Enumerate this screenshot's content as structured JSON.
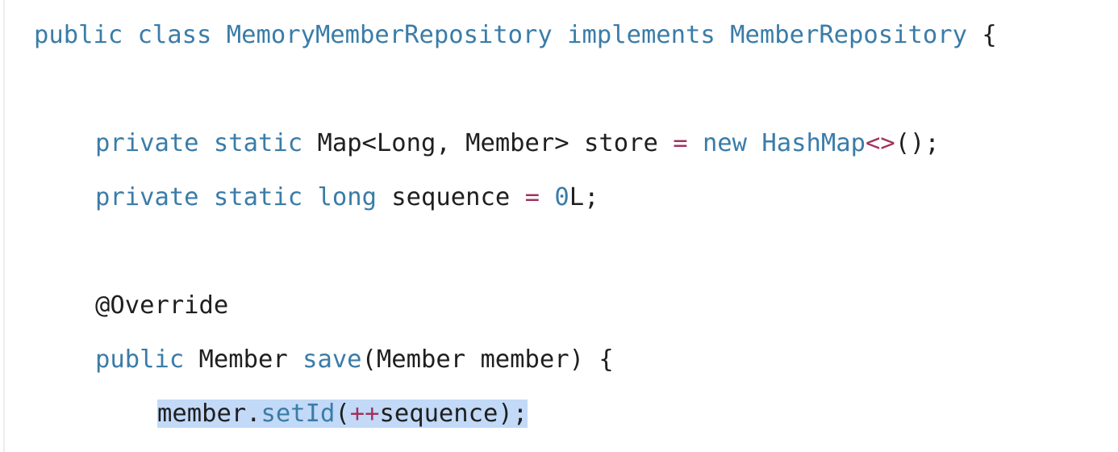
{
  "code_lines": [
    {
      "indent": 0,
      "tokens": [
        {
          "t": "kw",
          "v": "public"
        },
        {
          "t": "plain",
          "v": " "
        },
        {
          "t": "kw",
          "v": "class"
        },
        {
          "t": "plain",
          "v": " "
        },
        {
          "t": "ty",
          "v": "MemoryMemberRepository"
        },
        {
          "t": "plain",
          "v": " "
        },
        {
          "t": "kw",
          "v": "implements"
        },
        {
          "t": "plain",
          "v": " "
        },
        {
          "t": "ty",
          "v": "MemberRepository"
        },
        {
          "t": "plain",
          "v": " {"
        }
      ]
    },
    {
      "indent": 0,
      "tokens": []
    },
    {
      "indent": 1,
      "tokens": [
        {
          "t": "kw",
          "v": "private"
        },
        {
          "t": "plain",
          "v": " "
        },
        {
          "t": "kw",
          "v": "static"
        },
        {
          "t": "plain",
          "v": " Map<Long, Member> store "
        },
        {
          "t": "op",
          "v": "="
        },
        {
          "t": "plain",
          "v": " "
        },
        {
          "t": "kw",
          "v": "new"
        },
        {
          "t": "plain",
          "v": " "
        },
        {
          "t": "ty",
          "v": "HashMap"
        },
        {
          "t": "op",
          "v": "<>"
        },
        {
          "t": "plain",
          "v": "();"
        }
      ]
    },
    {
      "indent": 1,
      "tokens": [
        {
          "t": "kw",
          "v": "private"
        },
        {
          "t": "plain",
          "v": " "
        },
        {
          "t": "kw",
          "v": "static"
        },
        {
          "t": "plain",
          "v": " "
        },
        {
          "t": "kw",
          "v": "long"
        },
        {
          "t": "plain",
          "v": " sequence "
        },
        {
          "t": "op",
          "v": "="
        },
        {
          "t": "plain",
          "v": " "
        },
        {
          "t": "num",
          "v": "0"
        },
        {
          "t": "plain",
          "v": "L;"
        }
      ]
    },
    {
      "indent": 0,
      "tokens": []
    },
    {
      "indent": 1,
      "tokens": [
        {
          "t": "plain",
          "v": "@Override"
        }
      ]
    },
    {
      "indent": 1,
      "tokens": [
        {
          "t": "kw",
          "v": "public"
        },
        {
          "t": "plain",
          "v": " Member "
        },
        {
          "t": "fn",
          "v": "save"
        },
        {
          "t": "plain",
          "v": "(Member member) {"
        }
      ]
    },
    {
      "indent": 2,
      "selected": true,
      "tokens": [
        {
          "t": "plain",
          "v": "member."
        },
        {
          "t": "fn",
          "v": "setId"
        },
        {
          "t": "plain",
          "v": "("
        },
        {
          "t": "op",
          "v": "++"
        },
        {
          "t": "plain",
          "v": "sequence);"
        }
      ]
    }
  ],
  "colors": {
    "keyword": "#3a7ca8",
    "operator": "#a0345f",
    "text": "#1f1f1f",
    "selection": "#c2d9f7",
    "background": "#ffffff"
  }
}
